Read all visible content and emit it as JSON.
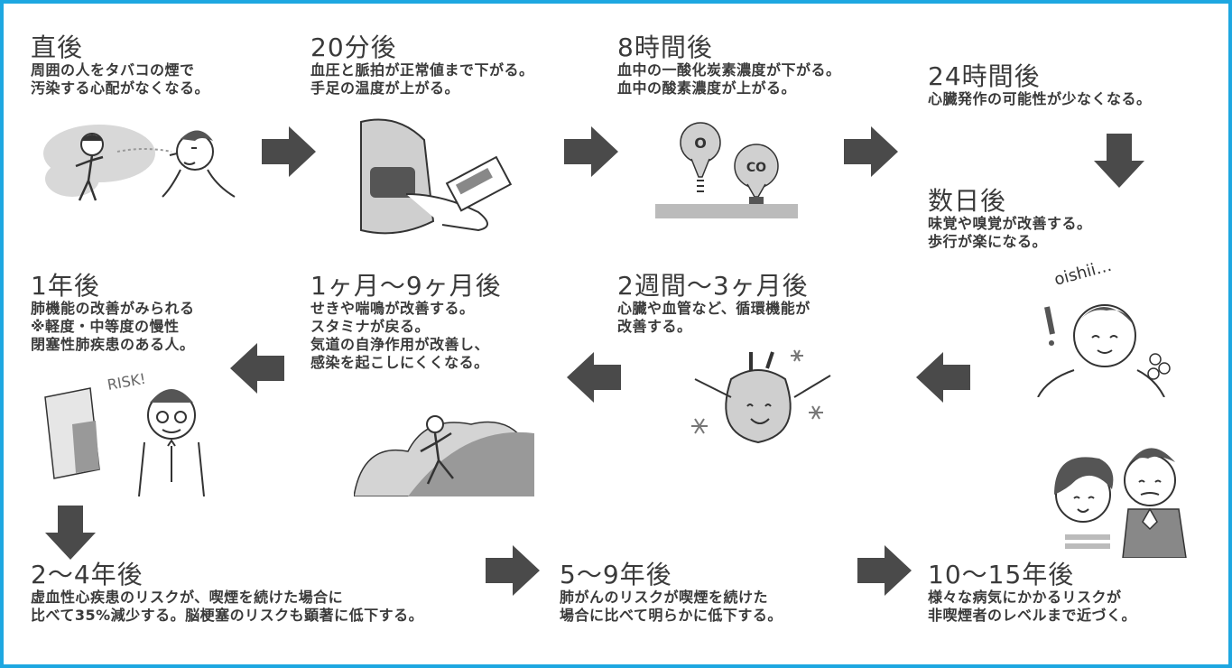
{
  "stages": [
    {
      "title": "直後",
      "lines": [
        "周囲の人をタバコの煙で",
        "汚染する心配がなくなる。"
      ]
    },
    {
      "title": "20分後",
      "lines": [
        "血圧と脈拍が正常値まで下がる。",
        "手足の温度が上がる。"
      ]
    },
    {
      "title": "8時間後",
      "lines": [
        "血中の一酸化炭素濃度が下がる。",
        "血中の酸素濃度が上がる。"
      ]
    },
    {
      "title": "24時間後",
      "lines": [
        "心臓発作の可能性が少なくなる。"
      ]
    },
    {
      "title": "数日後",
      "lines": [
        "味覚や嗅覚が改善する。",
        "歩行が楽になる。"
      ]
    },
    {
      "title": "2週間～3ヶ月後",
      "lines": [
        "心臓や血管など、循環機能が",
        "改善する。"
      ]
    },
    {
      "title": "1ヶ月～9ヶ月後",
      "lines": [
        "せきや喘鳴が改善する。",
        "スタミナが戻る。",
        "気道の自浄作用が改善し、",
        "感染を起こしにくくなる。"
      ]
    },
    {
      "title": "1年後",
      "lines": [
        "肺機能の改善がみられる",
        "※軽度・中等度の慢性",
        "閉塞性肺疾患のある人。"
      ]
    },
    {
      "title": "2～4年後",
      "lines": [
        "虚血性心疾患のリスクが、喫煙を続けた場合に",
        "比べて35%減少する。脳梗塞のリスクも顕著に低下する。"
      ]
    },
    {
      "title": "5～9年後",
      "lines": [
        "肺がんのリスクが喫煙を続けた",
        "場合に比べて明らかに低下する。"
      ]
    },
    {
      "title": "10～15年後",
      "lines": [
        "様々な病気にかかるリスクが",
        "非喫煙者のレベルまで近づく。"
      ]
    }
  ],
  "illustrations": {
    "oxygen_label": "O",
    "co_label": "CO",
    "oishii_label": "oishii…",
    "risk_label": "RISK!"
  },
  "colors": {
    "border": "#1ea7e1",
    "arrow": "#4a4a4a",
    "text": "#3a3a3a"
  }
}
